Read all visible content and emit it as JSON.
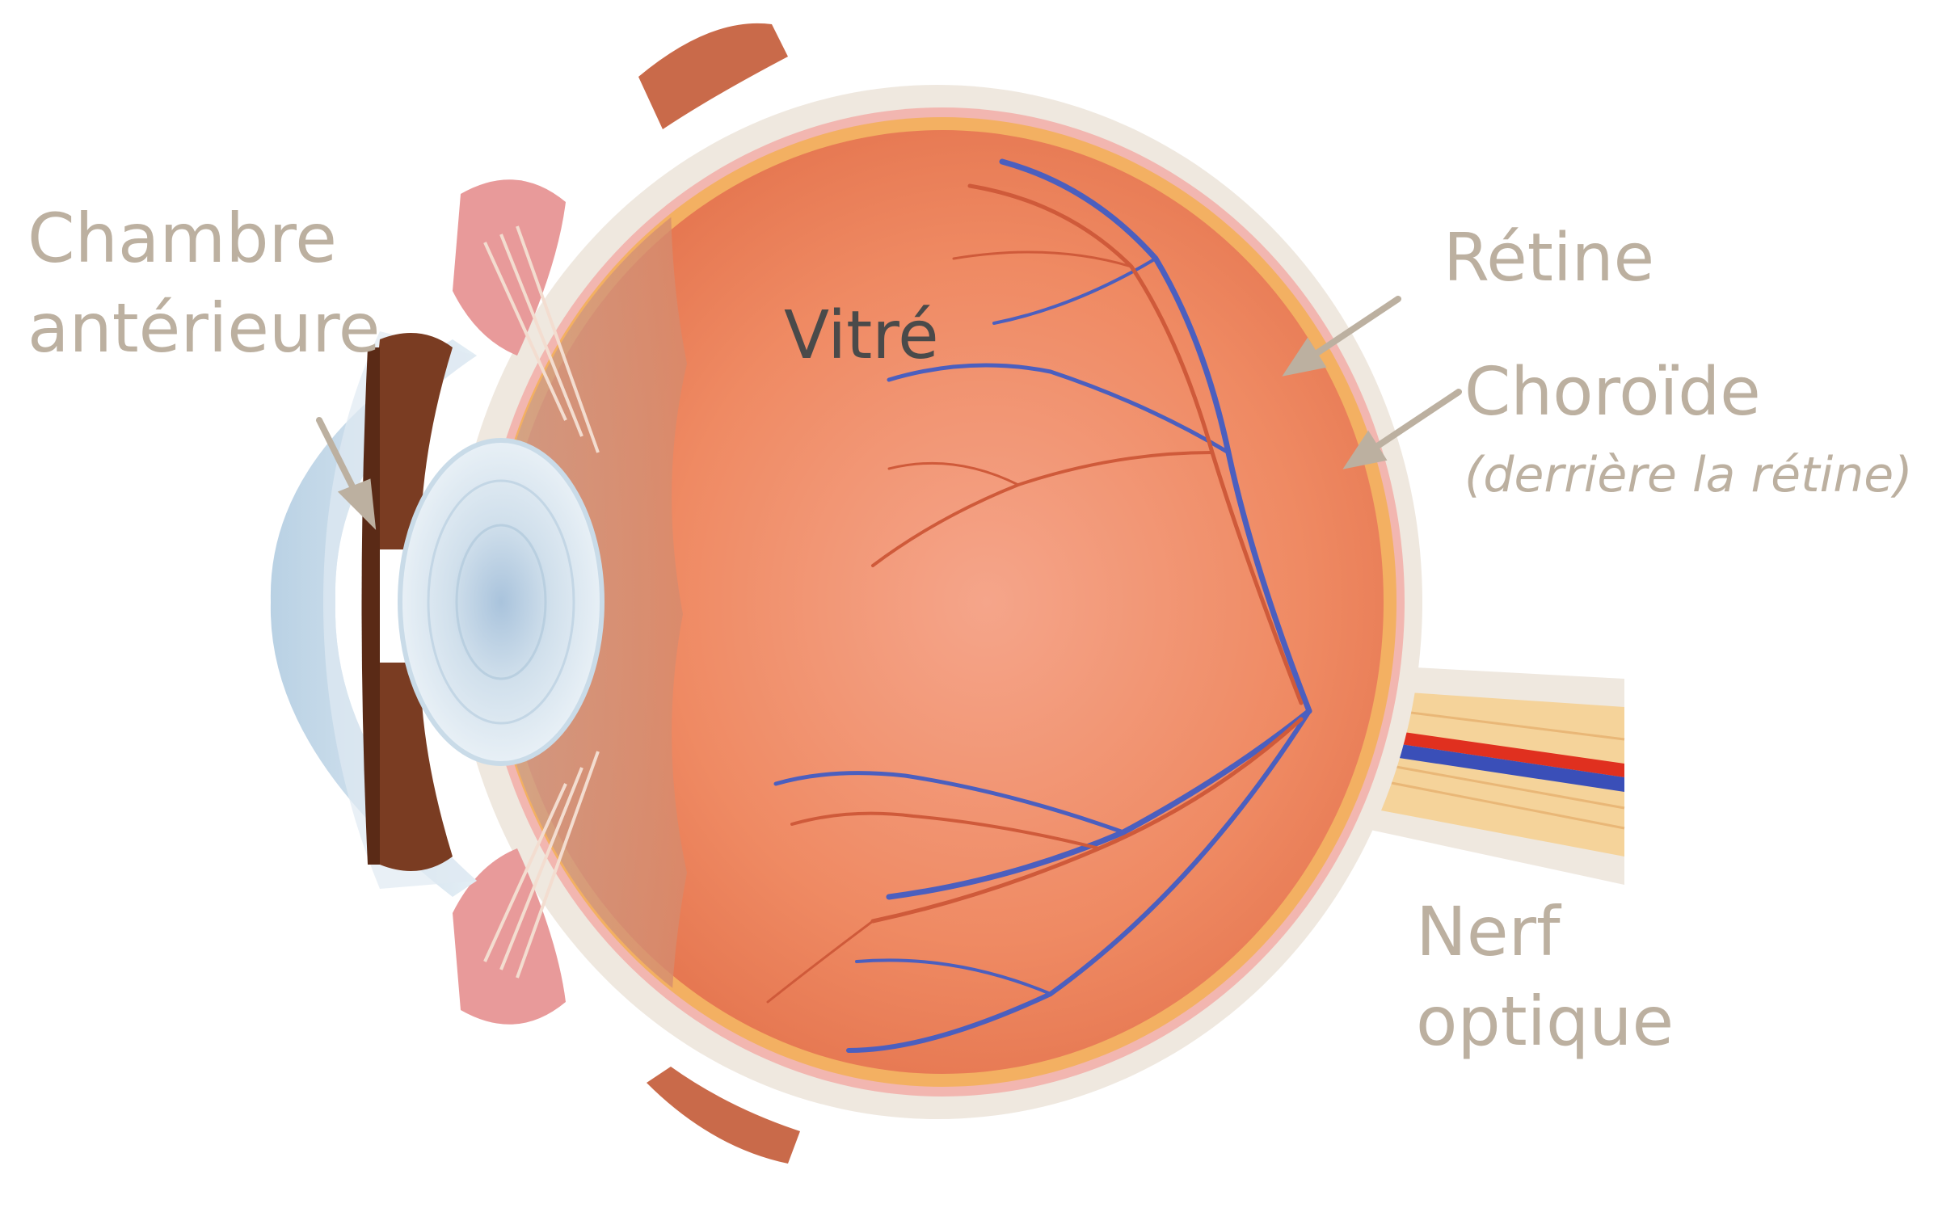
{
  "labels": {
    "anterior_chamber": {
      "line1": "Chambre",
      "line2": "antérieure"
    },
    "vitreous": "Vitré",
    "retina": "Rétine",
    "choroid": "Choroïde",
    "choroid_note": "(derrière la rétine)",
    "optic_nerve": {
      "line1": "Nerf",
      "line2": "optique"
    }
  },
  "colors": {
    "label_text": "#bcb0a0",
    "vitreous_text": "#4a4a4a",
    "sclera": "#efe8df",
    "interior": "#ee8a62",
    "cornea": "#cfe0ec",
    "lens": "#dbe8f2",
    "iris": "#7a3c22",
    "artery": "#e0301f",
    "vein": "#3a4fb8",
    "vessel": "#cf5a3a",
    "arrow": "#bcb0a0"
  }
}
